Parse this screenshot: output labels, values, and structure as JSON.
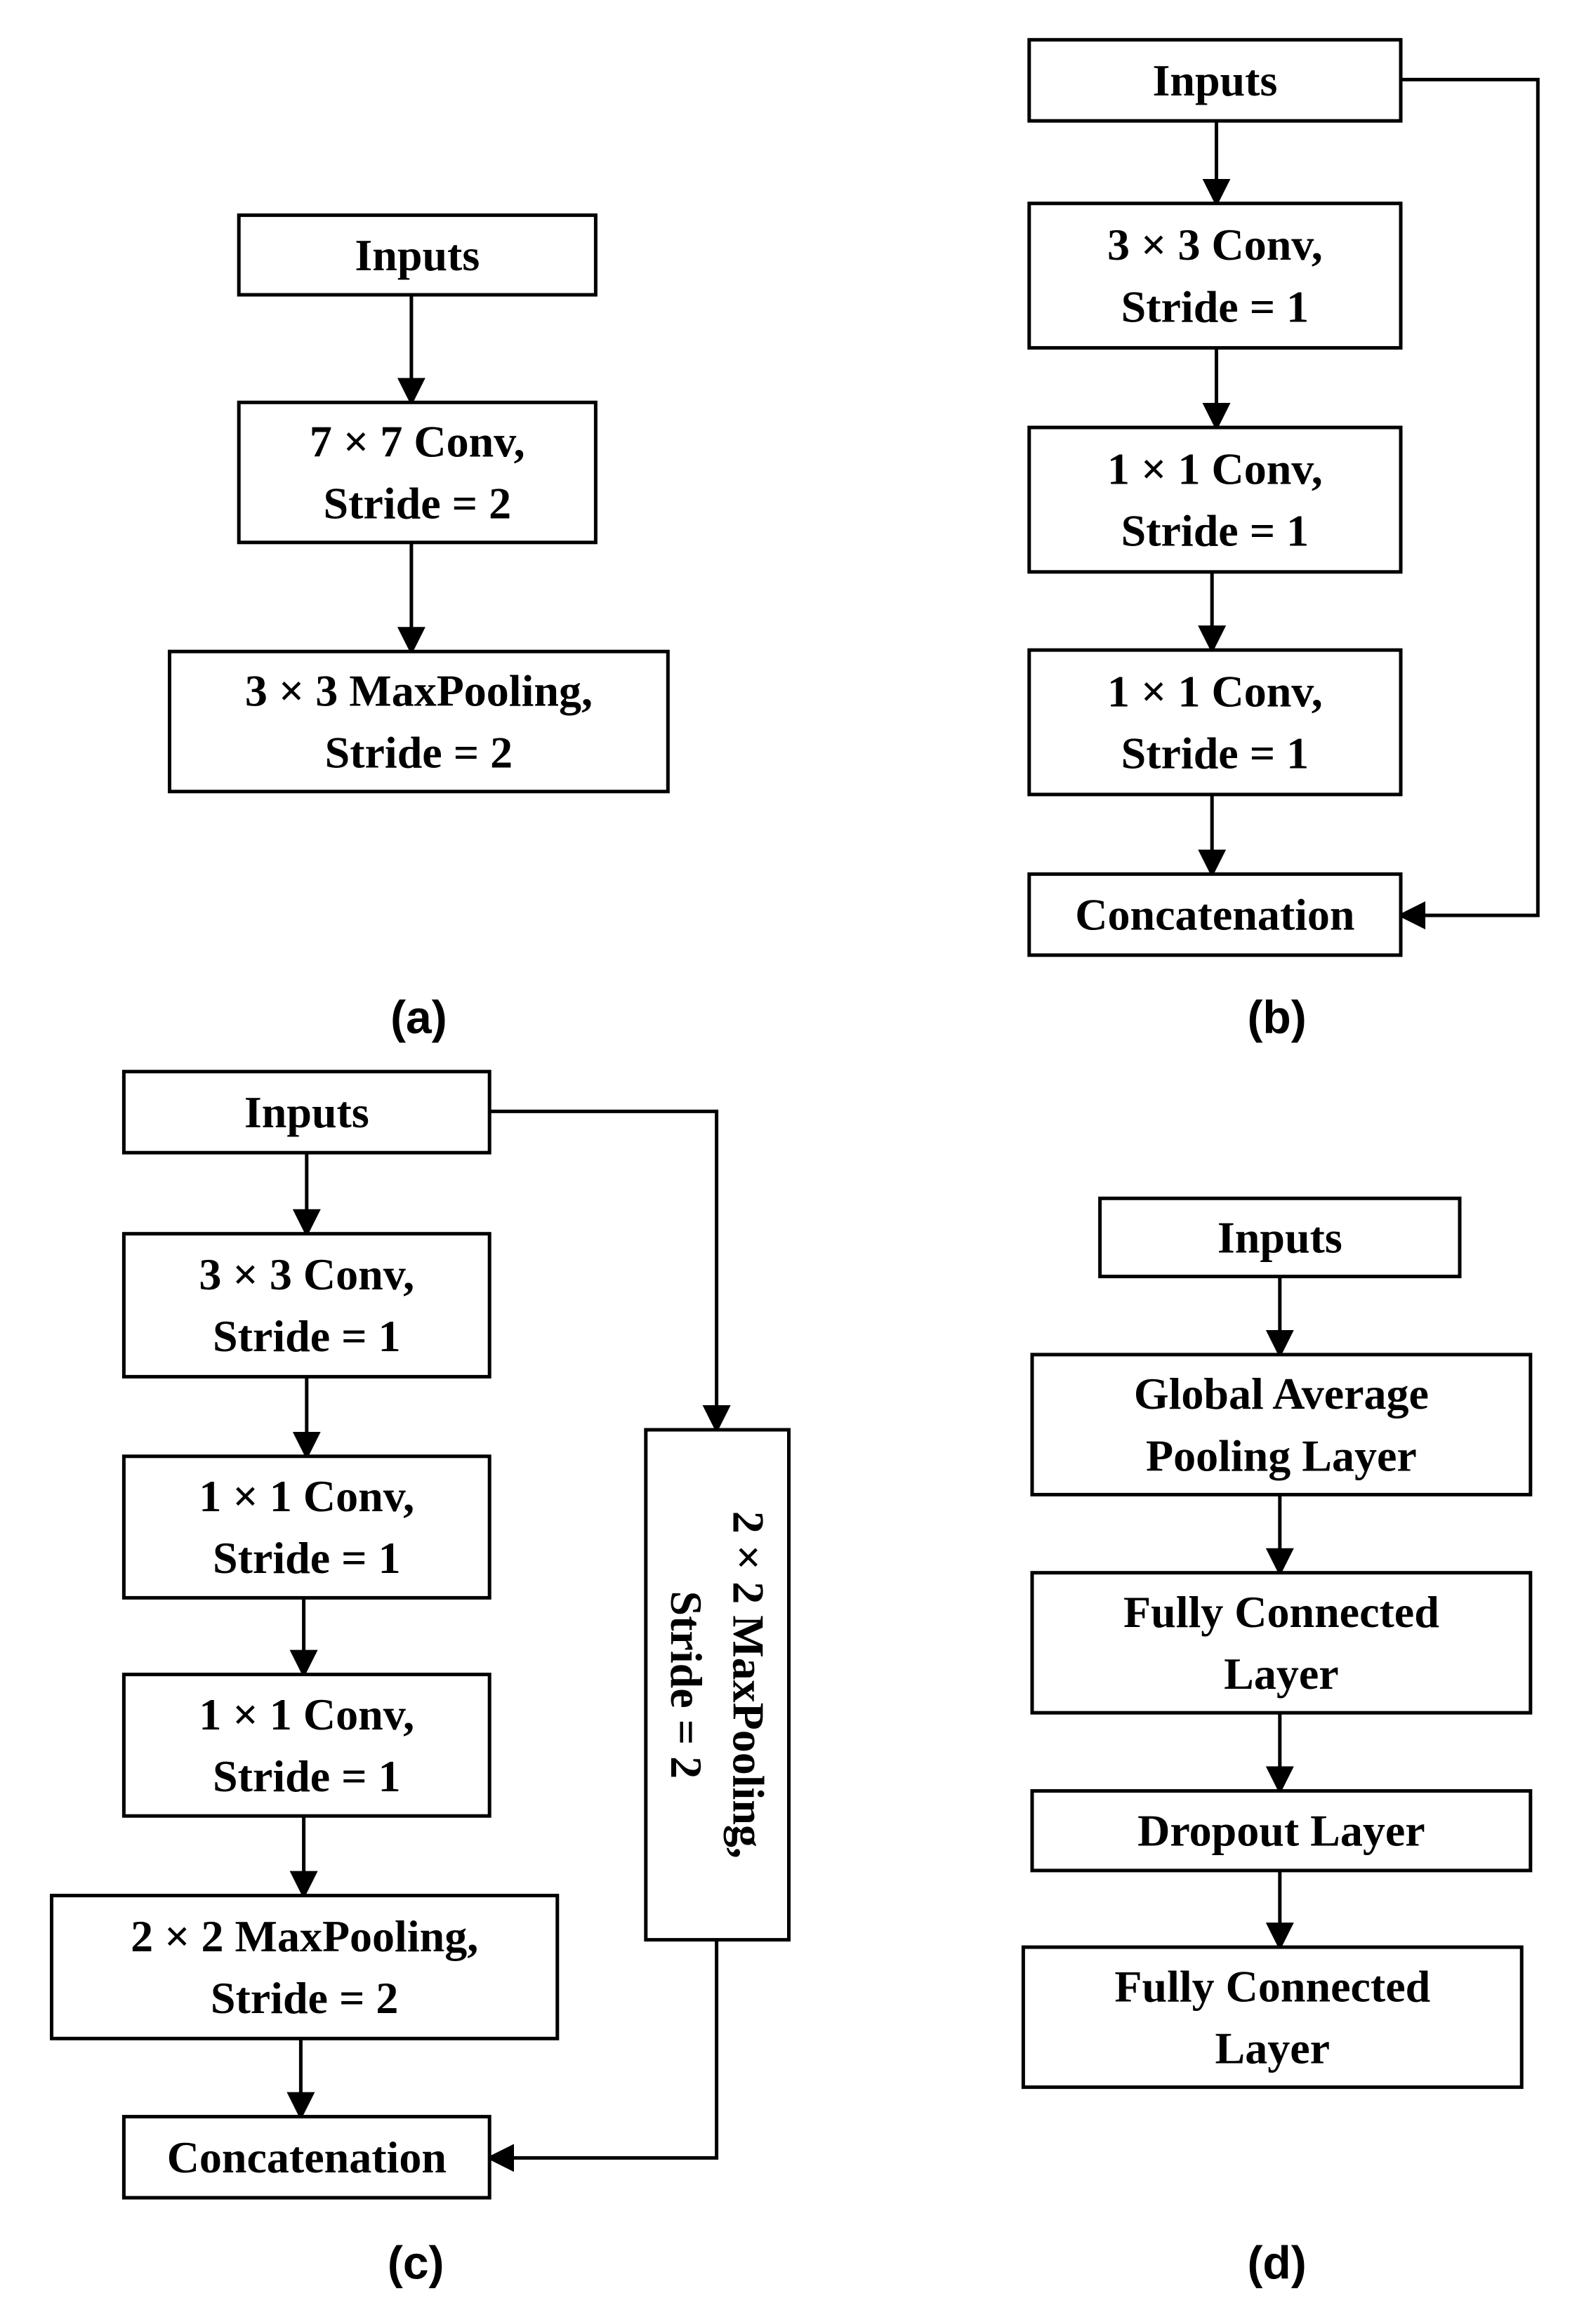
{
  "panels": {
    "a": {
      "caption": "(a)",
      "nodes": {
        "inputs": [
          "Inputs"
        ],
        "conv7": [
          "7 × 7 Conv,",
          "Stride = 2"
        ],
        "maxpool3": [
          "3 × 3 MaxPooling,",
          "Stride = 2"
        ]
      }
    },
    "b": {
      "caption": "(b)",
      "nodes": {
        "inputs": [
          "Inputs"
        ],
        "conv3": [
          "3 × 3 Conv,",
          "Stride = 1"
        ],
        "conv1a": [
          "1 × 1 Conv,",
          "Stride = 1"
        ],
        "conv1b": [
          "1 × 1 Conv,",
          "Stride = 1"
        ],
        "concat": [
          "Concatenation"
        ]
      }
    },
    "c": {
      "caption": "(c)",
      "nodes": {
        "inputs": [
          "Inputs"
        ],
        "conv3": [
          "3 × 3 Conv,",
          "Stride = 1"
        ],
        "conv1a": [
          "1 × 1 Conv,",
          "Stride = 1"
        ],
        "conv1b": [
          "1 × 1 Conv,",
          "Stride = 1"
        ],
        "maxpool2": [
          "2 × 2 MaxPooling,",
          "Stride = 2"
        ],
        "branch_maxpool2": [
          "2 × 2 MaxPooling,",
          "Stride = 2"
        ],
        "concat": [
          "Concatenation"
        ]
      }
    },
    "d": {
      "caption": "(d)",
      "nodes": {
        "inputs": [
          "Inputs"
        ],
        "gap": [
          "Global Average",
          "Pooling Layer"
        ],
        "fc1": [
          "Fully Connected",
          "Layer"
        ],
        "dropout": [
          "Dropout Layer"
        ],
        "fc2": [
          "Fully Connected",
          "Layer"
        ]
      }
    }
  }
}
